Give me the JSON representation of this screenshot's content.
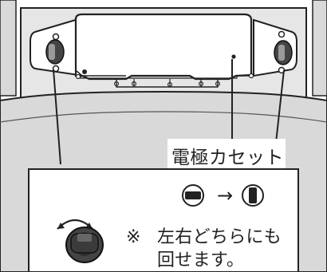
{
  "diagram": {
    "callout_label": "電極カセット",
    "note_mark": "※",
    "note_line1": "左右どちらにも",
    "note_line2": "回せます。",
    "arrow_symbol": "→"
  },
  "icons": {
    "horizontal_slot": "horizontal-slot-icon",
    "vertical_slot": "vertical-slot-icon",
    "rotation": "rotation-icon",
    "knob": "knob-icon"
  },
  "colors": {
    "line": "#222222",
    "light_gray": "#d9d9d9",
    "mid_gray": "#bfbfbf",
    "dark_gray": "#555555",
    "white": "#ffffff"
  }
}
